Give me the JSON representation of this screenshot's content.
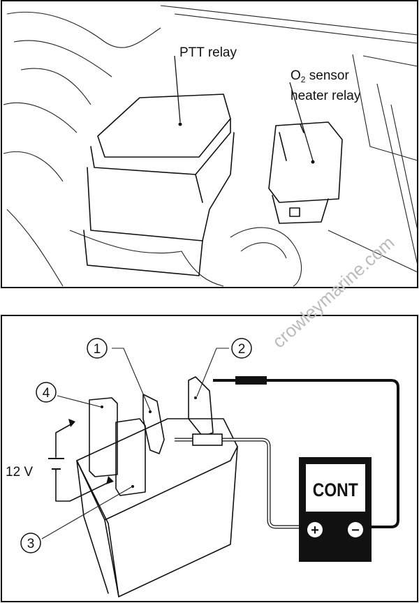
{
  "top_figure": {
    "labels": {
      "ptt_relay": "PTT relay",
      "o2_prefix": "O",
      "o2_sub": "2",
      "o2_sensor": " sensor",
      "heater_relay": "heater relay"
    }
  },
  "bottom_figure": {
    "callouts": [
      "1",
      "2",
      "3",
      "4"
    ],
    "voltage_label": "12 V",
    "meter": {
      "display": "CONT",
      "plus": "+",
      "minus": "−"
    }
  },
  "watermark": "crowleymarine.com"
}
